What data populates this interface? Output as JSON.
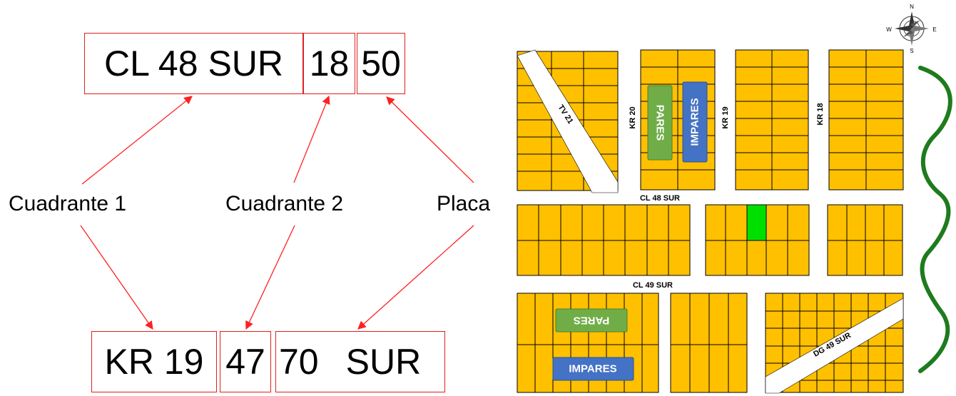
{
  "top_address": {
    "street": "CL 48 SUR",
    "cross": "18",
    "plate": "50"
  },
  "bottom_address": {
    "street": "KR 19",
    "cross": "47",
    "plate": "70",
    "suffix": "SUR"
  },
  "labels": {
    "quadrant1": "Cuadrante 1",
    "quadrant2": "Cuadrante 2",
    "plate": "Placa"
  },
  "map": {
    "streets": {
      "tv21": "TV 21",
      "kr20": "KR 20",
      "kr19": "KR 19",
      "kr18": "KR 18",
      "cl48sur": "CL 48 SUR",
      "cl49sur": "CL 49 SUR",
      "dg49sur": "DG 49 SUR"
    },
    "tags": {
      "pares_top": "PARES",
      "impares_top": "IMPARES",
      "pares_bottom": "PARES",
      "impares_bottom": "IMPARES"
    },
    "compass": {
      "n": "N",
      "s": "S",
      "e": "E",
      "w": "W"
    },
    "colors": {
      "lot": "#ffc000",
      "highlight": "#00e000",
      "pares": "#70ad47",
      "impares": "#4472c4",
      "river": "#1e7b1e",
      "arrow": "#ff2020"
    }
  }
}
